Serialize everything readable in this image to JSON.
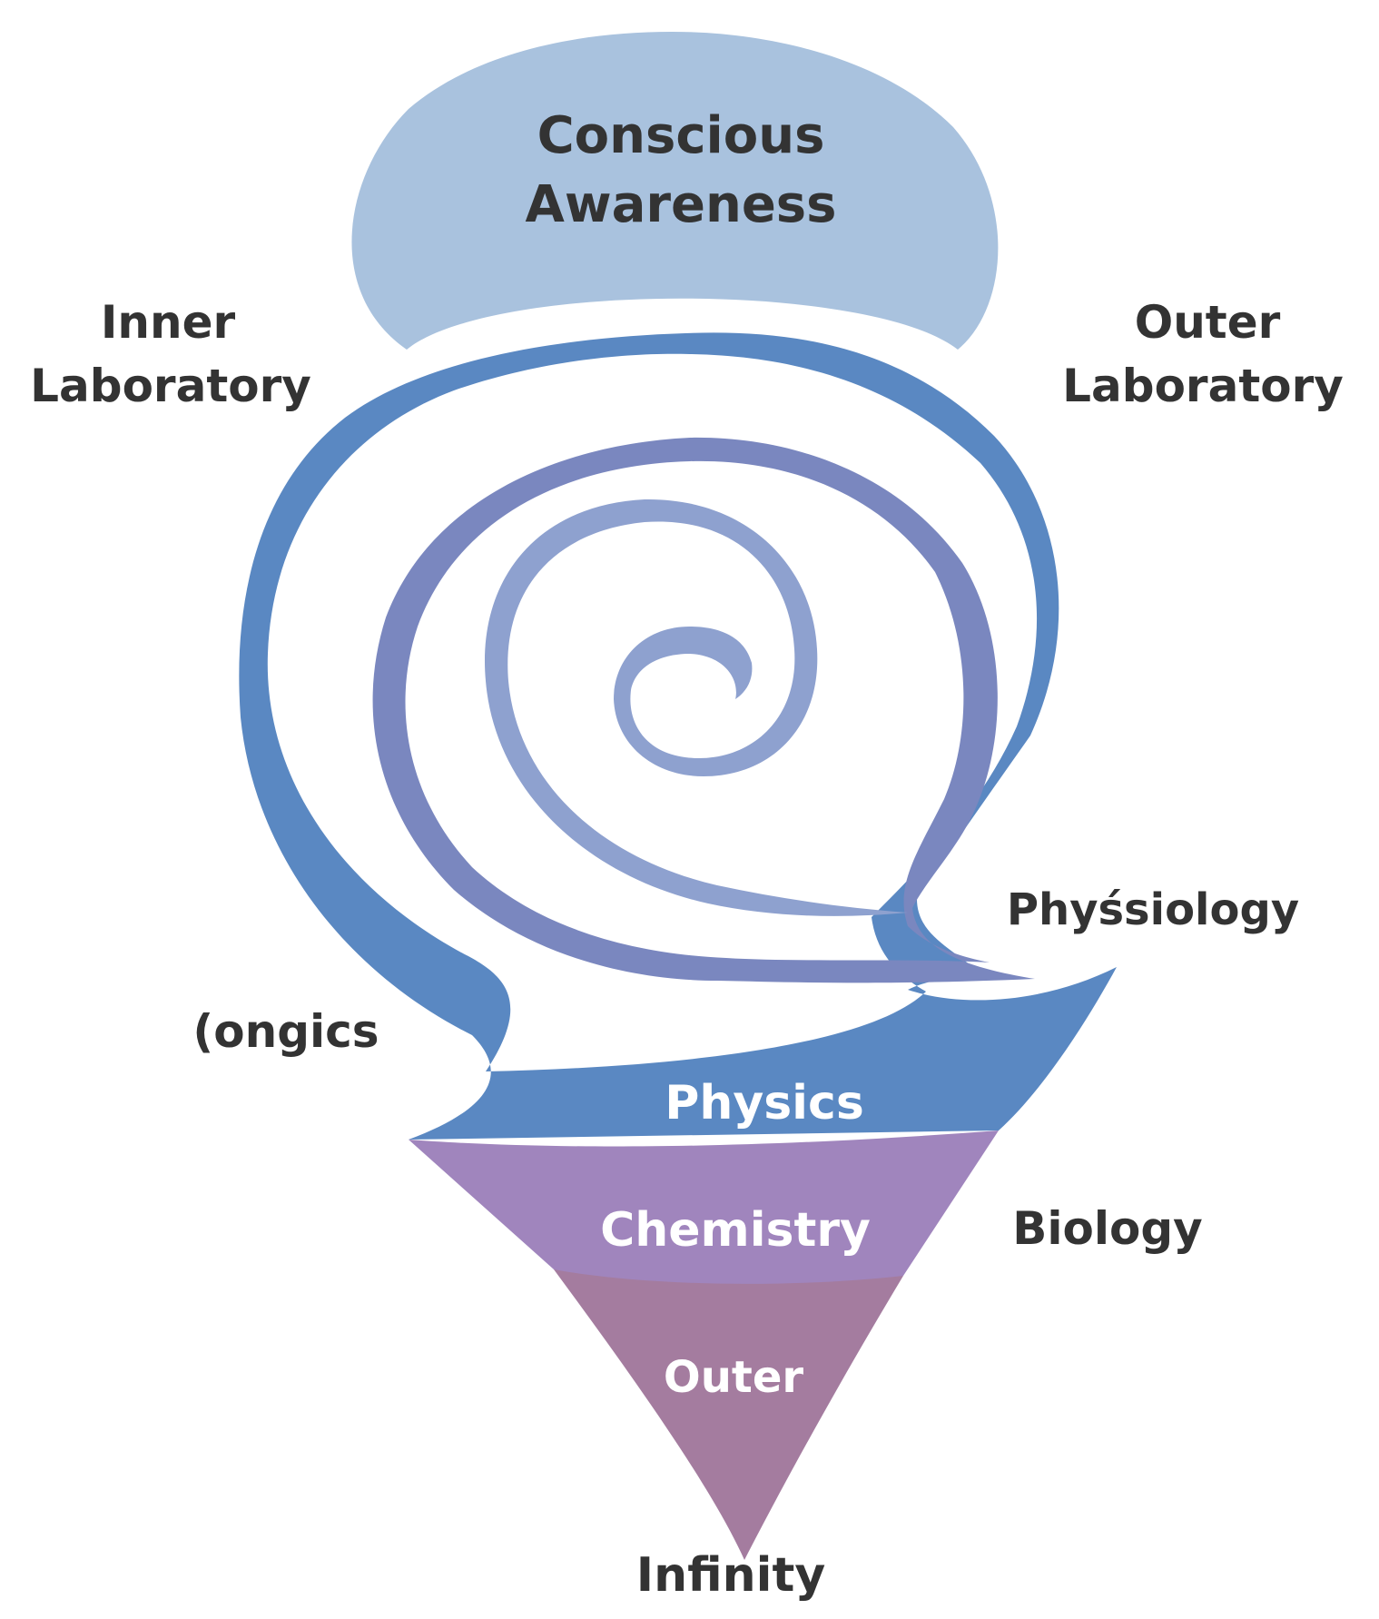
{
  "labels": {
    "top_line1": "Conscious",
    "top_line2": "Awareness",
    "inner_line1": "Inner",
    "inner_line2": "Laboratory",
    "outer_line1": "Outer",
    "outer_line2": "Laboratory",
    "physiology": "Phyśsiology",
    "logics": "(ongics",
    "physics": "Physics",
    "chemistry": "Chemistry",
    "biology": "Biology",
    "outer_tip": "Outer",
    "infinity": "Infinity"
  },
  "colors": {
    "cap": "#a9c2de",
    "outer_spiral": "#5a88c2",
    "middle_spiral": "#7a87bf",
    "inner_spiral": "#8ea1cf",
    "chemistry_band": "#a085bd",
    "outer_band": "#a47c9f",
    "text": "#333333",
    "inband_text": "#ffffff"
  }
}
